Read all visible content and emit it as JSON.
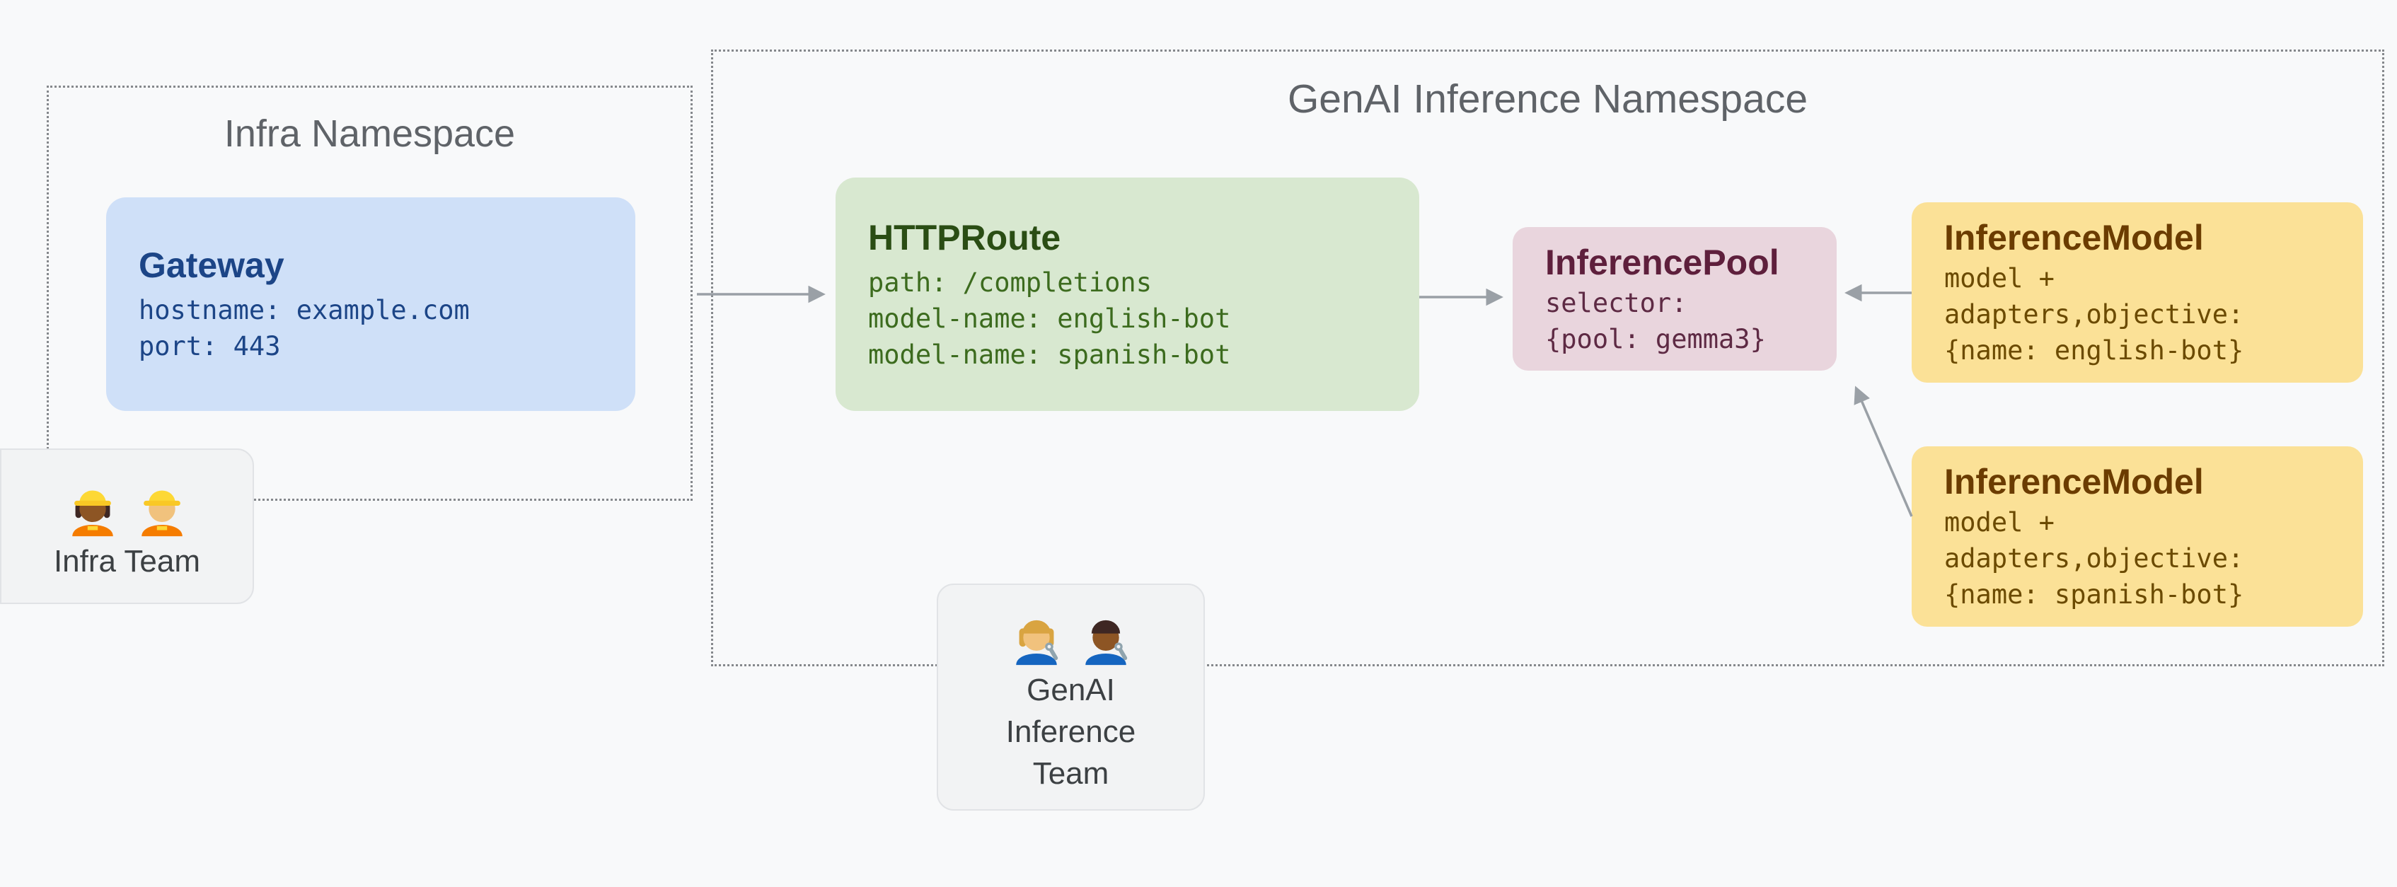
{
  "page": {
    "background": "#f8f9fa"
  },
  "infra_namespace": {
    "title": "Infra Namespace",
    "gateway": {
      "title": "Gateway",
      "lines": [
        "hostname: example.com",
        "port: 443"
      ]
    }
  },
  "genai_namespace": {
    "title": "GenAI Inference Namespace",
    "httproute": {
      "title": "HTTPRoute",
      "lines": [
        "path: /completions",
        "model-name: english-bot",
        "model-name: spanish-bot"
      ]
    },
    "inference_pool": {
      "title": "InferencePool",
      "lines": [
        "selector:",
        "{pool: gemma3}"
      ]
    },
    "inference_model_english": {
      "title": "InferenceModel",
      "lines": [
        "model +",
        "adapters,objective:",
        "{name: english-bot}"
      ]
    },
    "inference_model_spanish": {
      "title": "InferenceModel",
      "lines": [
        "model +",
        "adapters,objective:",
        "{name: spanish-bot}"
      ]
    }
  },
  "teams": {
    "infra": {
      "label": "Infra Team",
      "icons": [
        "construction-worker-woman-icon",
        "construction-worker-man-icon"
      ]
    },
    "genai": {
      "label_lines": [
        "GenAI",
        "Inference",
        "Team"
      ],
      "icons": [
        "mechanic-woman-icon",
        "mechanic-man-icon"
      ]
    }
  },
  "arrows": [
    "gateway-to-httproute",
    "httproute-to-inferencepool",
    "english-model-to-inferencepool",
    "spanish-model-to-inferencepool"
  ],
  "colors": {
    "background": "#f8f9fa",
    "namespace_border": "#85888c",
    "namespace_title_text": "#5f6368",
    "gateway_fill": "#cfe0f8",
    "gateway_text": "#1c4587",
    "httproute_fill": "#d8e8d0",
    "httproute_title": "#2a4d14",
    "httproute_text": "#3c6b1e",
    "inference_pool_fill": "#e9d5dd",
    "inference_pool_title": "#5e1f3c",
    "inference_pool_text": "#5e2a44",
    "inference_model_fill": "#fbe197",
    "inference_model_title": "#6b3c00",
    "inference_model_text": "#6b4a00",
    "team_card_fill": "#f2f3f4",
    "arrow": "#9aa0a6"
  }
}
